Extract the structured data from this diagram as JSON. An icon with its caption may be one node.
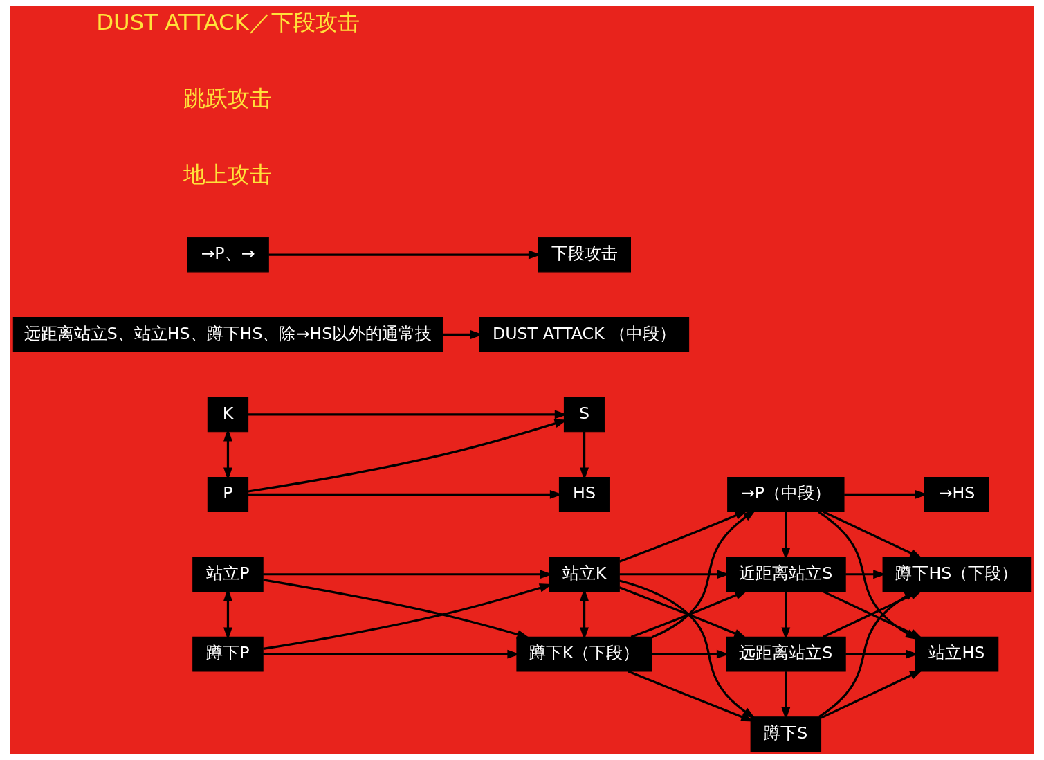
{
  "diagram": {
    "nodes": [
      {
        "text": [
          "站立P"
        ]
      },
      {
        "text": [
          "蹲下P"
        ]
      },
      {
        "text": [
          "站立K"
        ]
      },
      {
        "text": [
          "蹲下K（下段）"
        ]
      },
      {
        "text": [
          "→P（中段）"
        ]
      },
      {
        "text": [
          "近距离站立S"
        ]
      },
      {
        "text": [
          "远距离站立S"
        ]
      },
      {
        "text": [
          "蹲下S"
        ]
      },
      {
        "text": [
          "→HS"
        ]
      },
      {
        "text": [
          "站立HS"
        ]
      },
      {
        "text": [
          "蹲下HS（下段）"
        ]
      },
      {
        "text": [
          "P"
        ]
      },
      {
        "text": [
          "S"
        ]
      },
      {
        "text": [
          "K"
        ]
      },
      {
        "text": [
          "HS"
        ]
      },
      {
        "text": [
          "远距离站立S、站立HS、蹲下HS、除→HS以外的通常技"
        ]
      },
      {
        "text": [
          "DUST ATTACK （中段）"
        ]
      },
      {
        "text": [
          "→P、→"
        ]
      },
      {
        "text": [
          "下段攻击"
        ]
      }
    ],
    "edges": [
      {
        "from": 0,
        "to": 1,
        "arrow": "both"
      },
      {
        "from": 0,
        "to": 2,
        "arrow": "to"
      },
      {
        "from": 0,
        "to": 3,
        "arrow": "to"
      },
      {
        "from": 1,
        "to": 2,
        "arrow": "to"
      },
      {
        "from": 1,
        "to": 3,
        "arrow": "to"
      },
      {
        "from": 2,
        "to": 3,
        "arrow": "both"
      },
      {
        "from": 2,
        "to": 4,
        "arrow": "to"
      },
      {
        "from": 2,
        "to": 5,
        "arrow": "to"
      },
      {
        "from": 2,
        "to": 6,
        "arrow": "to"
      },
      {
        "from": 2,
        "to": 7,
        "arrow": "to"
      },
      {
        "from": 3,
        "to": 4,
        "arrow": "to"
      },
      {
        "from": 3,
        "to": 5,
        "arrow": "to"
      },
      {
        "from": 3,
        "to": 6,
        "arrow": "to"
      },
      {
        "from": 3,
        "to": 7,
        "arrow": "to"
      },
      {
        "from": 4,
        "to": 5,
        "arrow": "to"
      },
      {
        "from": 5,
        "to": 6,
        "arrow": "to"
      },
      {
        "from": 6,
        "to": 7,
        "arrow": "to"
      },
      {
        "from": 4,
        "to": 8,
        "arrow": "to"
      },
      {
        "from": 4,
        "to": 9,
        "arrow": "to"
      },
      {
        "from": 4,
        "to": 10,
        "arrow": "to"
      },
      {
        "from": 5,
        "to": 9,
        "arrow": "to"
      },
      {
        "from": 5,
        "to": 10,
        "arrow": "to"
      },
      {
        "from": 6,
        "to": 9,
        "arrow": "to"
      },
      {
        "from": 6,
        "to": 10,
        "arrow": "to"
      },
      {
        "from": 7,
        "to": 9,
        "arrow": "to"
      },
      {
        "from": 7,
        "to": 10,
        "arrow": "to"
      },
      {
        "from": 11,
        "to": 12,
        "arrow": "to"
      },
      {
        "from": 11,
        "to": 13,
        "arrow": "both"
      },
      {
        "from": 11,
        "to": 14,
        "arrow": "to"
      },
      {
        "from": 13,
        "to": 12,
        "arrow": "to"
      },
      {
        "from": 12,
        "to": 14,
        "arrow": "to"
      },
      {
        "from": 15,
        "to": 16,
        "arrow": "to"
      },
      {
        "from": 17,
        "to": 18,
        "arrow": "to"
      }
    ],
    "labels": [
      "地上攻击",
      "跳跃攻击",
      "DUST ATTACK／下段攻击"
    ]
  }
}
